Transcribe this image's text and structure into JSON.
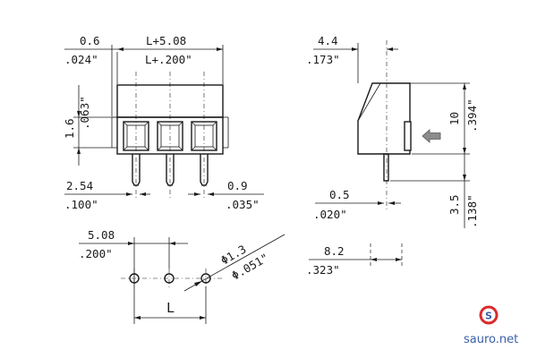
{
  "dimensions": {
    "front_offset_mm": "0.6",
    "front_offset_in": ".024\"",
    "front_length_mm": "L+5.08",
    "front_length_in": "L+.200\"",
    "front_height_mm": "1.6",
    "front_height_in": ".063\"",
    "pin_pitch_mm": "2.54",
    "pin_pitch_in": ".100\"",
    "pin_width_mm": "0.9",
    "pin_width_in": ".035\"",
    "side_depth_mm": "4.4",
    "side_depth_in": ".173\"",
    "side_height_mm": "10",
    "side_height_in": ".394\"",
    "side_pin_mm": "0.5",
    "side_pin_in": ".020\"",
    "side_pin_len_mm": "3.5",
    "side_pin_len_in": ".138\"",
    "side_row_mm": "8.2",
    "side_row_in": ".323\"",
    "hole_pitch_mm": "5.08",
    "hole_pitch_in": ".200\"",
    "hole_dia_mm": "Φ1.3",
    "hole_dia_in": "Φ.051\"",
    "hole_span": "L"
  },
  "brand": {
    "logo_letter": "S",
    "site": "sauro.net",
    "logo_color": "#d92b2b",
    "logo_inner_color": "#3a5fa8"
  }
}
